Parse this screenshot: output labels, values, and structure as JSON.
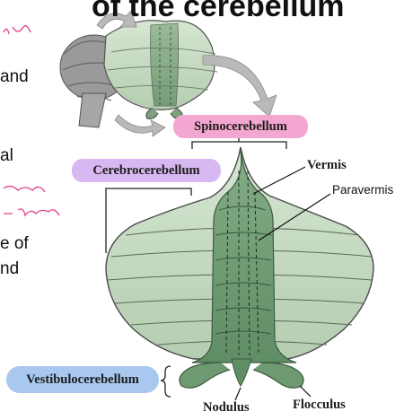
{
  "slide": {
    "title_fragment": "of the cerebellum",
    "left_fragments": [
      "and",
      "al",
      "e of",
      "nd"
    ]
  },
  "labels": {
    "spinocerebellum": "Spinocerebellum",
    "cerebrocerebellum": "Cerebrocerebellum",
    "vestibulocerebellum": "Vestibulocerebellum",
    "vermis": "Vermis",
    "paravermis": "Paravermis",
    "nodulus": "Nodulus",
    "flocculus": "Flocculus"
  },
  "colors": {
    "spino_pill": "#f3a6cf",
    "cerebro_pill": "#d8b8f0",
    "vestibulo_pill": "#a8c8f0",
    "hemisphere_fill": "#c8dcc4",
    "vermis_fill": "#6e9a72",
    "arrow_fill": "#b9b9b9",
    "annotation_ink": "#e0408a"
  }
}
